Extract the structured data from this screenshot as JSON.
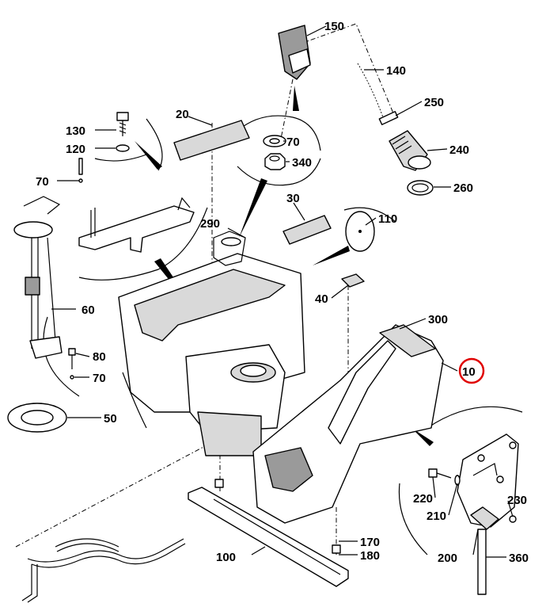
{
  "diagram": {
    "title": "Fuel tank assembly exploded view",
    "highlight_color": "#e00000",
    "line_color": "#000000",
    "fill_light": "#d9d9d9",
    "fill_dark": "#9a9a9a",
    "callouts": {
      "c10": "10",
      "c20": "20",
      "c30": "30",
      "c40": "40",
      "c50": "50",
      "c60": "60",
      "c70a": "70",
      "c70b": "70",
      "c70c": "70",
      "c80": "80",
      "c100": "100",
      "c110": "110",
      "c120": "120",
      "c130": "130",
      "c140": "140",
      "c150": "150",
      "c170": "170",
      "c180": "180",
      "c200": "200",
      "c210": "210",
      "c220": "220",
      "c230": "230",
      "c240": "240",
      "c250": "250",
      "c260": "260",
      "c290": "290",
      "c300": "300",
      "c340": "340",
      "c360": "360"
    }
  }
}
